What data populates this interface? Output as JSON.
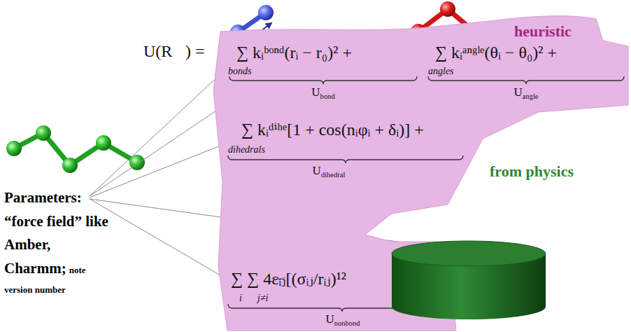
{
  "diagram": {
    "nodes": [
      {
        "text": [
          "heuristic",
          "∑ kᵢᵇᵒⁿᵈ(rᵢ − r₀)² +",
          "bonds",
          "∑ kᵢᵃⁿᵍˡᵉ(θᵢ − θ₀)² +",
          "angles",
          "Ubond",
          "Uangle",
          "∑ kᵢᵈⁱʰᵉ[1 + cos(nᵢφᵢ + δᵢ)] +",
          "dihedrals",
          "Udihedral",
          "∑ ∑ 4εᵢⱼ[(σᵢⱼ/rᵢⱼ)¹²",
          "i",
          "j≠i",
          "−",
          "Unonbond"
        ]
      }
    ],
    "labels": [
      "U(R⃗) =",
      "from physics",
      "Parameters: “force field” like Amber, Charmm;",
      "note version number"
    ]
  }
}
